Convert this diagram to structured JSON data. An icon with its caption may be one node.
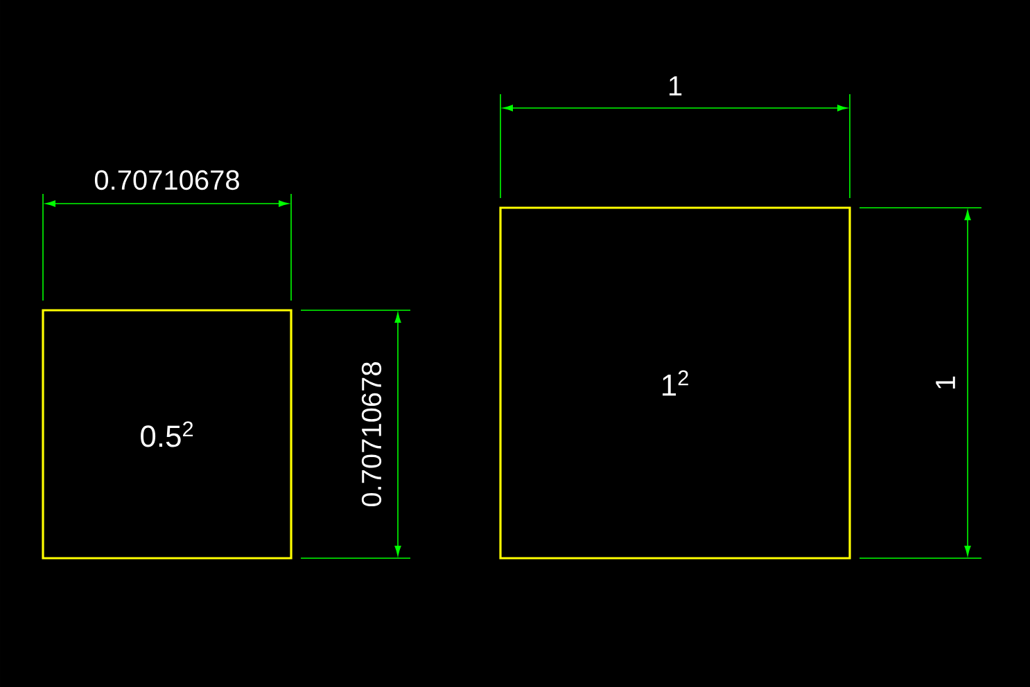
{
  "diagram": {
    "nodes": [
      {
        "text": [
          "0.5$^{2}$"
        ]
      },
      {
        "text": [
          "1$^{2}$"
        ]
      }
    ],
    "labels": [
      "0.70710678",
      "0.70710678",
      "1",
      "1"
    ]
  }
}
